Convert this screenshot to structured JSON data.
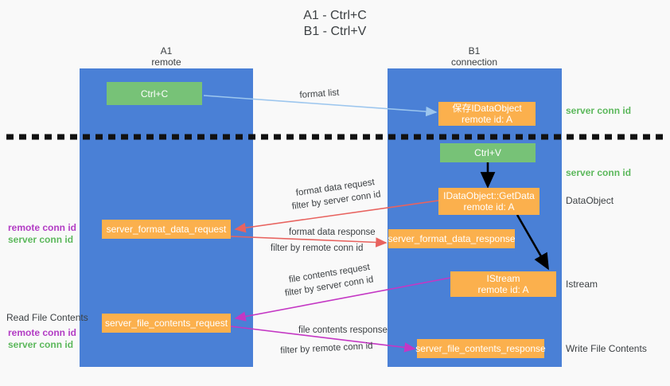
{
  "title": {
    "line1": "A1 - Ctrl+C",
    "line2": "B1 - Ctrl+V"
  },
  "columns": [
    {
      "name": "A1",
      "sub": "remote"
    },
    {
      "name": "B1",
      "sub": "connection"
    }
  ],
  "boxes": {
    "ctrl_c": "Ctrl+C",
    "ctrl_v": "Ctrl+V",
    "idataobject_title": "保存IDataObject",
    "idataobject_sub": "remote id: A",
    "getdata_title": "IDataObject::GetData",
    "getdata_sub": "remote id: A",
    "istream_title": "IStream",
    "istream_sub": "remote id: A",
    "server_format_data_request": "server_format_data_request",
    "server_format_data_response": "server_format_data_response",
    "server_file_contents_request": "server_file_contents_request",
    "server_file_contents_response": "server_file_contents_response"
  },
  "right_labels": {
    "server_conn_id_top": "server conn id",
    "server_conn_id_mid": "server conn id",
    "dataobject": "DataObject",
    "istream": "Istream",
    "write_file_contents": "Write File Contents"
  },
  "left_labels": {
    "remote_conn_id_1": "remote conn id",
    "server_conn_id_1": "server conn id",
    "read_file_contents": "Read File Contents",
    "remote_conn_id_2": "remote conn id",
    "server_conn_id_2": "server conn id"
  },
  "edges": {
    "format_list": "format list",
    "format_data_request": "format data request",
    "format_data_request_filter_prefix": "filter by ",
    "format_data_request_filter_value": "server conn id",
    "format_data_response": "format data response",
    "format_data_response_filter_prefix": "filter by ",
    "format_data_response_filter_value": "remote conn id",
    "file_contents_request": "file contents request",
    "file_contents_request_filter_prefix": "filter by ",
    "file_contents_request_filter_value": "server conn id",
    "file_contents_response": "file contents response",
    "file_contents_response_filter_prefix": "filter by ",
    "file_contents_response_filter_value": "remote conn id"
  },
  "colors": {
    "lane": "#4a80d6",
    "green_box": "#77c277",
    "orange_box": "#fbb04d",
    "background": "#f9f9f9",
    "arrow_light_blue": "#9cc6ee",
    "arrow_red": "#e8635f",
    "arrow_magenta": "#c437c4",
    "arrow_black": "#000000",
    "green_text": "#5cb85c",
    "purple_text": "#b23cc4",
    "body_text": "#3c4043"
  }
}
